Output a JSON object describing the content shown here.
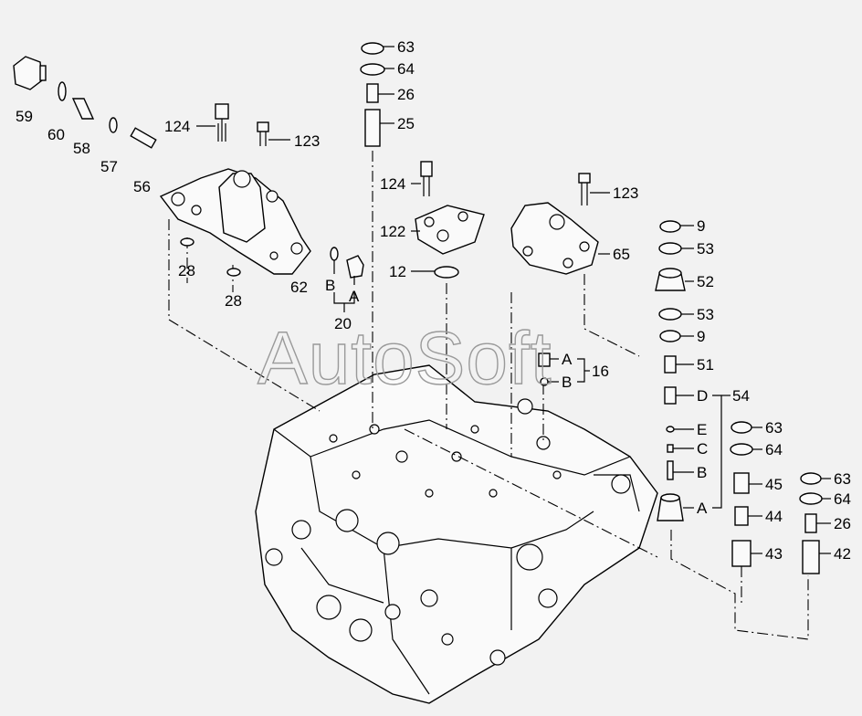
{
  "watermark": "AutoSoft",
  "callouts": {
    "c59": "59",
    "c60": "60",
    "c58": "58",
    "c57": "57",
    "c56": "56",
    "c124a": "124",
    "c123a": "123",
    "c28a": "28",
    "c28b": "28",
    "c62": "62",
    "c20": "20",
    "c20b": "B",
    "c20a": "A",
    "c63a": "63",
    "c64a": "64",
    "c26a": "26",
    "c25": "25",
    "c124b": "124",
    "c122": "122",
    "c12": "12",
    "c123b": "123",
    "c65": "65",
    "c9a": "9",
    "c53a": "53",
    "c52": "52",
    "c53b": "53",
    "c9b": "9",
    "c51": "51",
    "c16a": "A",
    "c16b": "B",
    "c16": "16",
    "c54d": "D",
    "c54": "54",
    "c54e": "E",
    "c54c": "C",
    "c54b": "B",
    "c54a": "A",
    "c63b": "63",
    "c64b": "64",
    "c45": "45",
    "c44": "44",
    "c43": "43",
    "c63c": "63",
    "c64c": "64",
    "c26b": "26",
    "c42": "42"
  }
}
